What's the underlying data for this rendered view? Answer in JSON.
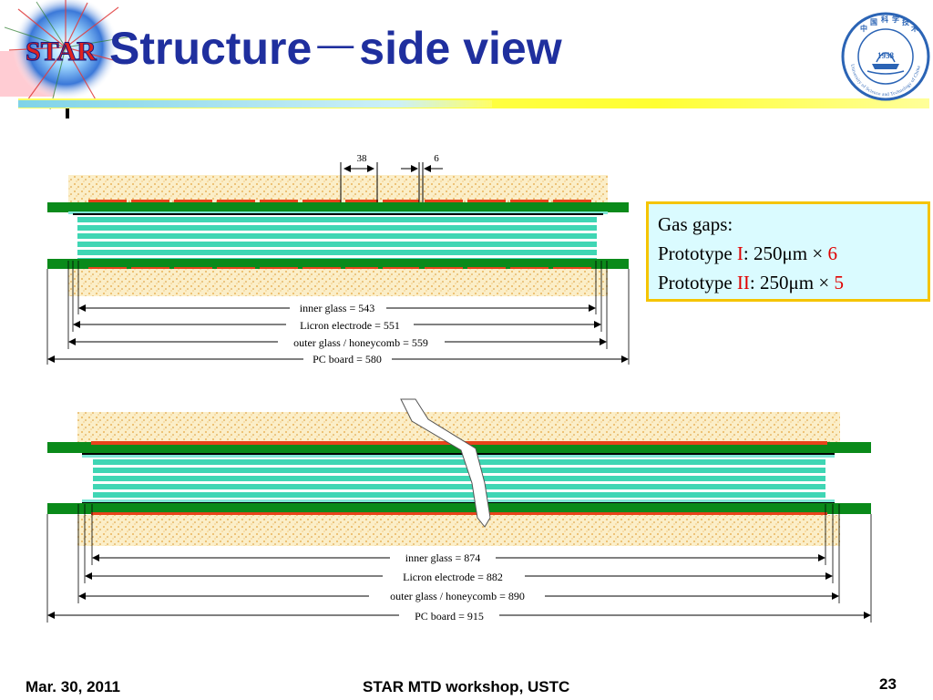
{
  "slide": {
    "logo_text": "STAR",
    "title_part1": "Structure",
    "title_dash": "—",
    "title_part2": "side view",
    "seal_year": "1958",
    "seal_caption": "University of Science and Technology of China"
  },
  "diagram_top": {
    "dim_pitch": "38",
    "dim_gap": "6",
    "labels": [
      "inner glass = 543",
      "Licron electrode = 551",
      "outer glass / honeycomb = 559",
      "PC board = 580"
    ]
  },
  "diagram_bottom": {
    "labels": [
      "inner glass = 874",
      "Licron electrode = 882",
      "outer glass / honeycomb = 890",
      "PC board = 915"
    ]
  },
  "gas_box": {
    "heading": "Gas gaps:",
    "line1_prefix": "Prototype ",
    "line1_roman": "I",
    "line1_value": ": 250μm × ",
    "line1_count": "6",
    "line2_prefix": "Prototype ",
    "line2_roman": "II",
    "line2_value": ": 250μm × ",
    "line2_count": "5"
  },
  "footer": {
    "date": "Mar. 30, 2011",
    "event": "STAR MTD workshop, USTC",
    "page": "23"
  },
  "colors": {
    "title": "#1f2f9e",
    "pcb_green": "#0a8a1a",
    "glass_cyan": "#3fd6b4",
    "electrode_red": "#e8431a",
    "honeycomb": "#f7e3b0",
    "box_border": "#f5c400",
    "box_fill": "#dafbff"
  }
}
